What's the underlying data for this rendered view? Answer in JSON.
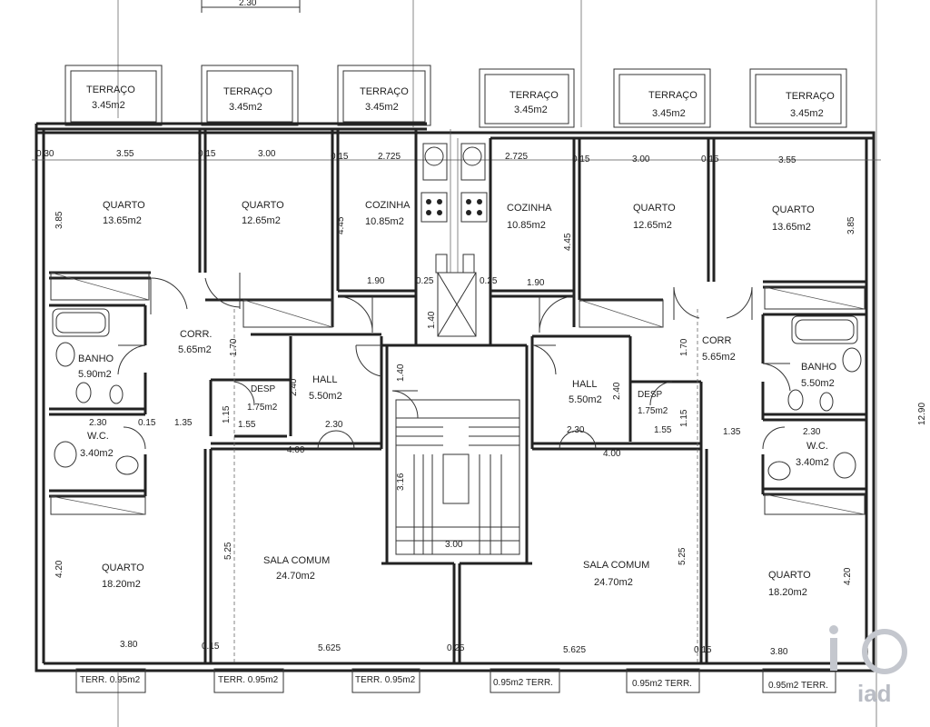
{
  "top_dimension": "2.30",
  "side_dimension": "12.90",
  "terraces_top": [
    {
      "name": "TERRAÇO",
      "area": "3.45m2"
    },
    {
      "name": "TERRAÇO",
      "area": "3.45m2"
    },
    {
      "name": "TERRAÇO",
      "area": "3.45m2"
    },
    {
      "name": "TERRAÇO",
      "area": "3.45m2"
    },
    {
      "name": "TERRAÇO",
      "area": "3.45m2"
    },
    {
      "name": "TERRAÇO",
      "area": "3.45m2"
    }
  ],
  "rooms": {
    "quarto_tl": {
      "name": "QUARTO",
      "area": "13.65m2"
    },
    "quarto_tl2": {
      "name": "QUARTO",
      "area": "12.65m2"
    },
    "cozinha_l": {
      "name": "COZINHA",
      "area": "10.85m2"
    },
    "cozinha_r": {
      "name": "COZINHA",
      "area": "10.85m2"
    },
    "quarto_tr2": {
      "name": "QUARTO",
      "area": "12.65m2"
    },
    "quarto_tr": {
      "name": "QUARTO",
      "area": "13.65m2"
    },
    "corr_l": {
      "name": "CORR.",
      "area": "5.65m2"
    },
    "corr_r": {
      "name": "CORR",
      "area": "5.65m2"
    },
    "banho_l": {
      "name": "BANHO",
      "area": "5.90m2"
    },
    "banho_r": {
      "name": "BANHO",
      "area": "5.50m2"
    },
    "wc_l": {
      "name": "W.C.",
      "area": "3.40m2"
    },
    "wc_r": {
      "name": "W.C.",
      "area": "3.40m2"
    },
    "desp_l": {
      "name": "DESP",
      "area": "1.75m2"
    },
    "desp_r": {
      "name": "DESP",
      "area": "1.75m2"
    },
    "hall_l": {
      "name": "HALL",
      "area": "5.50m2"
    },
    "hall_r": {
      "name": "HALL",
      "area": "5.50m2"
    },
    "sala_l": {
      "name": "SALA COMUM",
      "area": "24.70m2"
    },
    "sala_r": {
      "name": "SALA COMUM",
      "area": "24.70m2"
    },
    "quarto_bl": {
      "name": "QUARTO",
      "area": "18.20m2"
    },
    "quarto_br": {
      "name": "QUARTO",
      "area": "18.20m2"
    }
  },
  "terraces_bottom": [
    "TERR. 0.95m2",
    "TERR. 0.95m2",
    "TERR. 0.95m2",
    "0.95m2 TERR.",
    "0.95m2 TERR.",
    "0.95m2 TERR."
  ],
  "dimensions": {
    "d_355_l": "3.55",
    "d_300_l": "3.00",
    "d_2725_l": "2.725",
    "d_2725_r": "2.725",
    "d_300_r": "3.00",
    "d_355_r": "3.55",
    "d_015_a": "0.15",
    "d_015_b": "0.15",
    "d_015_c": "0.15",
    "d_015_d": "0.15",
    "d_015_e": "0.15",
    "d_030": "0.30",
    "d_385_l": "3.85",
    "d_445_l": "4.45",
    "d_445_r": "4.45",
    "d_385_r": "3.85",
    "d_190_l": "1.90",
    "d_190_r": "1.90",
    "d_025_l": "0.25",
    "d_025_r": "0.25",
    "d_140_top": "1.40",
    "d_170_l": "1.70",
    "d_170_r": "1.70",
    "d_240_l": "2.40",
    "d_240_r": "2.40",
    "d_140_hall": "1.40",
    "d_230_hl": "2.30",
    "d_230_hr": "2.30",
    "d_230_wl": "2.30",
    "d_230_wr": "2.30",
    "d_115_l": "1.15",
    "d_115_r": "1.15",
    "d_155_l": "1.55",
    "d_155_r": "1.55",
    "d_135": "1.35",
    "d_135_r": "1.35",
    "d_400_l": "4.00",
    "d_400_r": "4.00",
    "d_316": "3.16",
    "d_300_stair": "3.00",
    "d_525_l": "5.25",
    "d_525_r": "5.25",
    "d_420_l": "4.20",
    "d_420_r": "4.20",
    "d_380_l": "3.80",
    "d_380_r": "3.80",
    "d_5625_l": "5.625",
    "d_5625_r": "5.625",
    "d_025_b": "0.25",
    "d_015_f": "0.15",
    "d_015_g": "0.15"
  },
  "logo": {
    "mark": "iad",
    "name": "iad"
  }
}
